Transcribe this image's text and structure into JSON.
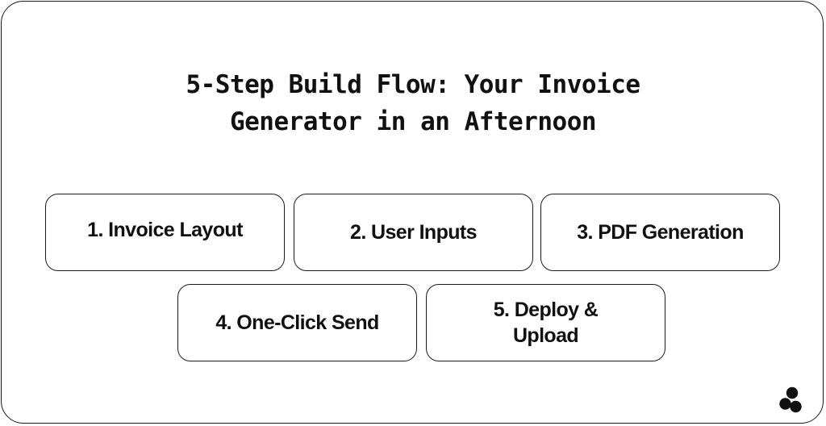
{
  "title": {
    "line1": "5-Step Build Flow: Your Invoice",
    "line2": "Generator in an Afternoon"
  },
  "steps": [
    {
      "label": "1. Invoice Layout"
    },
    {
      "label": "2. User Inputs"
    },
    {
      "label": "3. PDF Generation"
    },
    {
      "label": "4. One-Click Send"
    },
    {
      "label": "5. Deploy & Upload"
    }
  ],
  "logo": {
    "icon": "three-circles-logo-icon",
    "color": "#111111"
  }
}
